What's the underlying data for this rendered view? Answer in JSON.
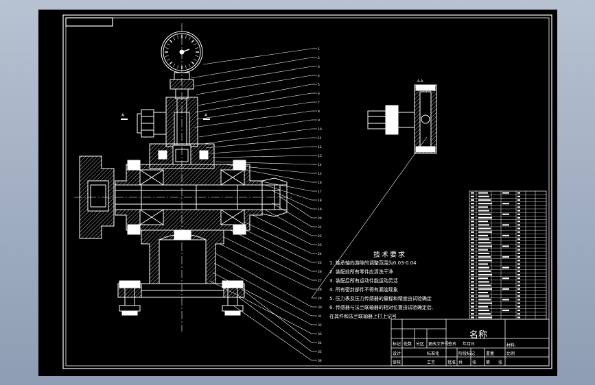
{
  "drawing": {
    "tech_requirements": {
      "title": "技术要求",
      "items": [
        "1. 轴承轴向游隙的调整范围为0.03-0.04",
        "2. 装配前所有零件应清洗干净",
        "3. 装配后所有运动件能运动灵活",
        "4. 所有密封部件不得有漏油现象",
        "5. 压力表及压力传感器的量程和精度由试验确定",
        "6. 传感器与法兰联轴器的相对位置由试验确定后,",
        "   在其件和法兰联轴器上打上记号"
      ]
    },
    "title_block": {
      "name": "名称",
      "material": "材料:",
      "row_labels": [
        "标记",
        "处数",
        "分区",
        "更改文件号",
        "签名",
        "年月日"
      ],
      "design": "设计",
      "standardize": "标准化",
      "stage": "阶段标记",
      "weight": "重量",
      "scale": "比例",
      "sheet_a": "共",
      "sheet_b": "张",
      "sheet_c": "第",
      "sheet_d": "张",
      "review": "审核",
      "process": "工艺",
      "approve": "批准"
    },
    "balloons": [
      "1",
      "2",
      "3",
      "4",
      "5",
      "6",
      "7",
      "8",
      "9",
      "10",
      "11",
      "12",
      "13",
      "14",
      "15",
      "16",
      "17",
      "18",
      "19",
      "20",
      "21",
      "22",
      "23",
      "24",
      "25",
      "26",
      "27",
      "28",
      "29",
      "30",
      "31",
      "32",
      "33",
      "34",
      "35",
      "36"
    ],
    "section_marks": {
      "left": "A",
      "right": "A",
      "detail": "A-A"
    },
    "bom_row_count": 36
  }
}
